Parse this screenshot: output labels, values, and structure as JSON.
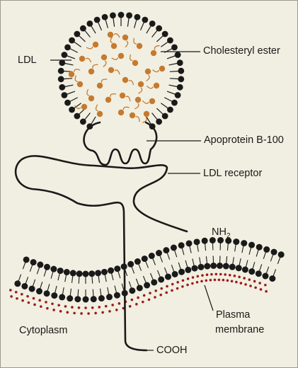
{
  "labels": {
    "ldl": "LDL",
    "cholesteryl_ester": "Cholesteryl ester",
    "apoprotein": "Apoprotein B-100",
    "ldl_receptor": "LDL receptor",
    "nh2_base": "NH",
    "nh2_sub": "2",
    "plasma": "Plasma",
    "membrane": "membrane",
    "cytoplasm": "Cytoplasm",
    "cooh": "COOH"
  },
  "colors": {
    "background": "#f1efe1",
    "lipid_head": "#1a1a1a",
    "cholesteryl_ester": "#c67a2f",
    "cytoplasm_dots": "#9b1b1b",
    "line": "#1a1a1a"
  }
}
